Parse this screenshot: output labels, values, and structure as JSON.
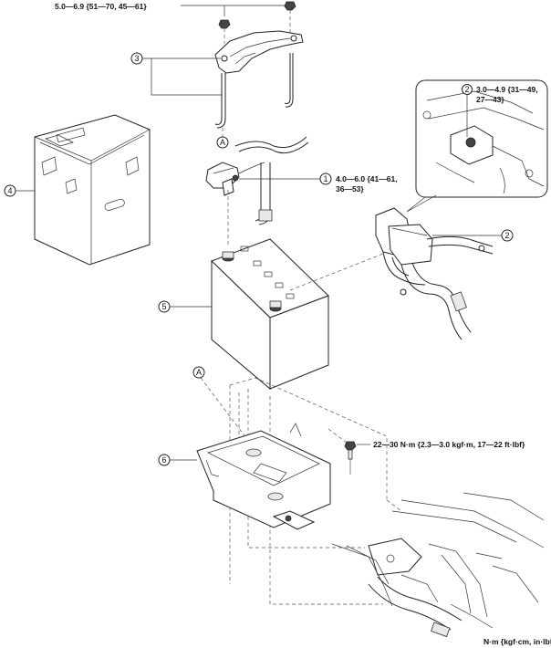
{
  "torque_top": "5.0—6.9 {51—70, 45—61}",
  "callouts": [
    {
      "id": "1",
      "num": "1",
      "torque_line1": "4.0—6.0 {41—61,",
      "torque_line2": "36—53}"
    },
    {
      "id": "2",
      "num": "2",
      "torque_line1": "",
      "torque_line2": ""
    },
    {
      "id": "3",
      "num": "3"
    },
    {
      "id": "4",
      "num": "4"
    },
    {
      "id": "5",
      "num": "5"
    },
    {
      "id": "6",
      "num": "6"
    }
  ],
  "inset": {
    "num": "2",
    "torque_line1": "3.0—4.9 {31—49,",
    "torque_line2": "27—43}"
  },
  "ref_marks": [
    "A",
    "A"
  ],
  "bolt_torque": "22—30 N·m {2.3—3.0 kgf·m, 17—22 ft·lbf}",
  "unit_note": "N·m {kgf·cm, in·lbf}"
}
